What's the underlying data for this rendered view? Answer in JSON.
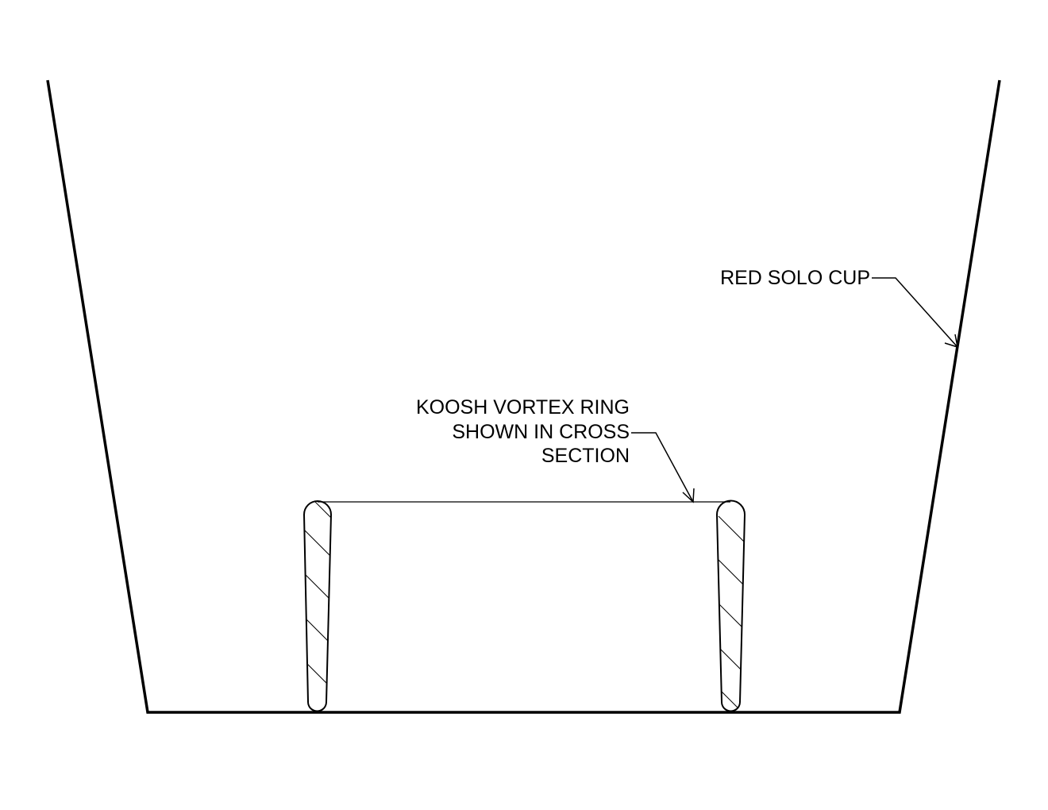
{
  "diagram": {
    "type": "technical cross-section drawing",
    "colors": {
      "line": "#000000",
      "background": "#ffffff"
    },
    "labels": {
      "cup": "RED SOLO CUP",
      "ring_line1": "KOOSH VORTEX RING",
      "ring_line2": "SHOWN IN CROSS",
      "ring_line3": "SECTION"
    },
    "components": [
      {
        "name": "red-solo-cup",
        "description": "Tapered cup outline, wide at top, narrow at base"
      },
      {
        "name": "koosh-vortex-ring",
        "description": "Ring shown in cross section with hatched walls resting on cup bottom"
      }
    ]
  }
}
